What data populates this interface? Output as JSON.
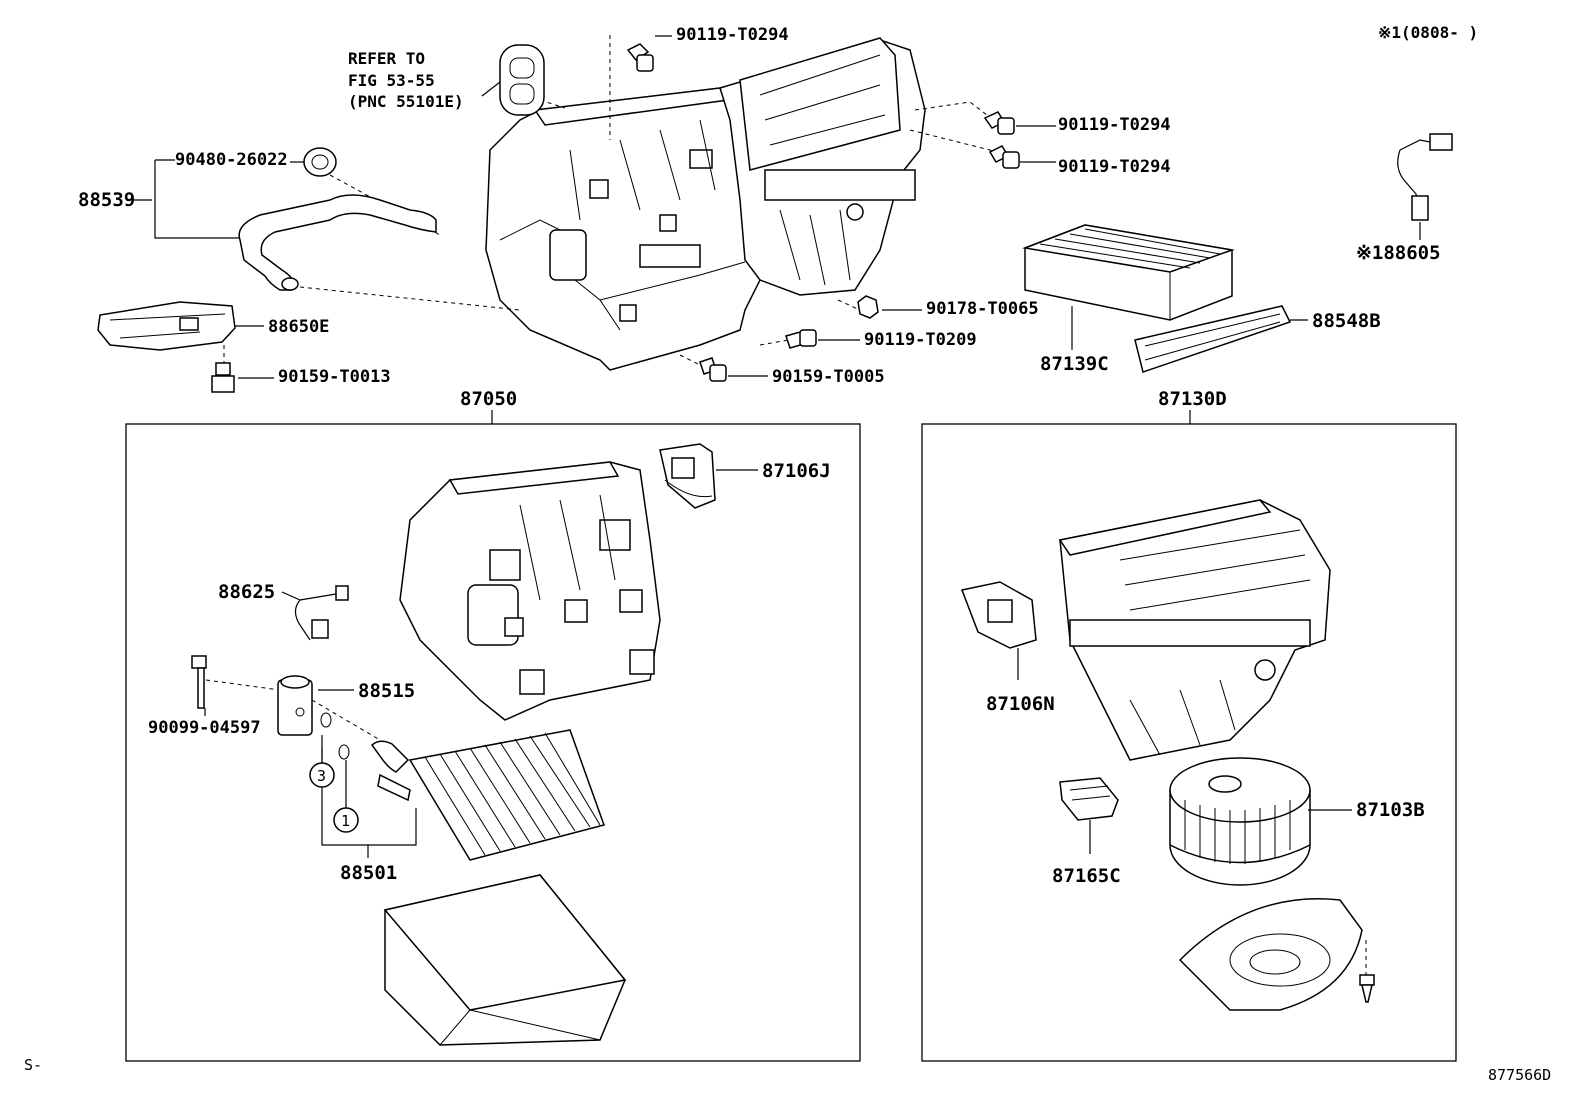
{
  "header_note": "※1(0808-    )",
  "footer_left": "S-",
  "footer_right": "877566D",
  "refer_note": [
    "REFER TO",
    "FIG 53-55",
    "(PNC 55101E)"
  ],
  "parts": {
    "p90119_top": "90119-T0294",
    "p90119_r1": "90119-T0294",
    "p90119_r2": "90119-T0294",
    "p90480": "90480-26022",
    "p88539": "88539",
    "p88650E": "88650E",
    "p90159_T0013": "90159-T0013",
    "p90178": "90178-T0065",
    "p90119_T0209": "90119-T0209",
    "p90159_T0005": "90159-T0005",
    "p87139C": "87139C",
    "p88548B": "88548B",
    "p88605": "※188605",
    "p87050": "87050",
    "p87130D": "87130D",
    "p87106J": "87106J",
    "p88625": "88625",
    "p88515": "88515",
    "p90099": "90099-04597",
    "p88501": "88501",
    "p87106N": "87106N",
    "p87103B": "87103B",
    "p87165C": "87165C"
  },
  "callouts": {
    "c3": "3",
    "c1": "1"
  }
}
